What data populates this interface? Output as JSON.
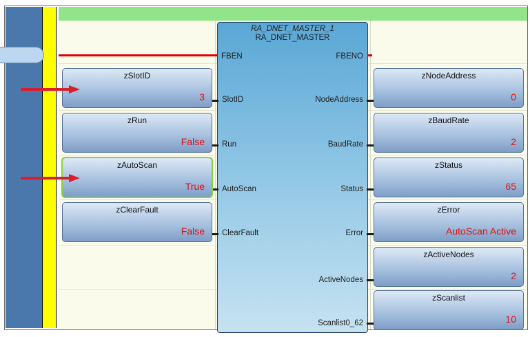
{
  "function_block": {
    "instance_name": "RA_DNET_MASTER_1",
    "type_name": "RA_DNET_MASTER",
    "enable_in": "FBEN",
    "enable_out": "FBENO",
    "inputs": [
      "SlotID",
      "Run",
      "AutoScan",
      "ClearFault"
    ],
    "outputs": [
      "NodeAddress",
      "BaudRate",
      "Status",
      "Error",
      "ActiveNodes",
      "Scanlist0_62"
    ]
  },
  "input_vars": [
    {
      "name": "zSlotID",
      "value": "3"
    },
    {
      "name": "zRun",
      "value": "False"
    },
    {
      "name": "zAutoScan",
      "value": "True"
    },
    {
      "name": "zClearFault",
      "value": "False"
    }
  ],
  "output_vars": [
    {
      "name": "zNodeAddress",
      "value": "0"
    },
    {
      "name": "zBaudRate",
      "value": "2"
    },
    {
      "name": "zStatus",
      "value": "65"
    },
    {
      "name": "zError",
      "value": "AutoScan Active"
    },
    {
      "name": "zActiveNodes",
      "value": "2"
    },
    {
      "name": "zScanlist",
      "value": "10"
    }
  ],
  "colors": {
    "value_text": "#e21010",
    "power_rail": "#e30000",
    "left_rail": "#ffff00",
    "header_bar": "#92e48a",
    "arrow": "#d7202e",
    "selection": "#7ed63b"
  },
  "selected_var": "zAutoScan"
}
